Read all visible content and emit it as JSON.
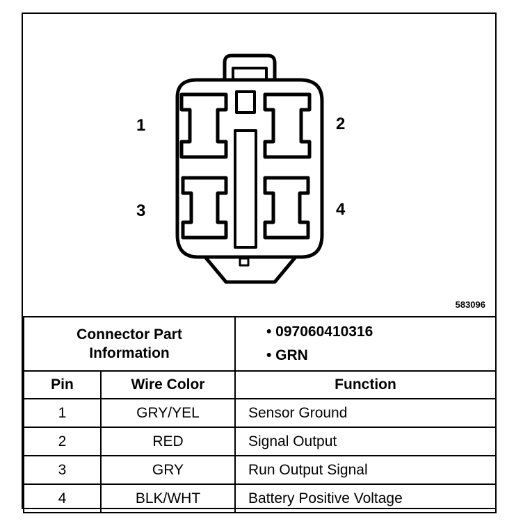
{
  "diagram": {
    "figure_number": "583096",
    "pins": [
      {
        "label": "1"
      },
      {
        "label": "2"
      },
      {
        "label": "3"
      },
      {
        "label": "4"
      }
    ]
  },
  "connector_info": {
    "label": "Connector Part Information",
    "label_line1": "Connector Part",
    "label_line2": "Information",
    "part_number": "• 097060410316",
    "color": "• GRN"
  },
  "table": {
    "headers": [
      "Pin",
      "Wire Color",
      "Function"
    ],
    "rows": [
      {
        "pin": "1",
        "wire_color": "GRY/YEL",
        "function": "Sensor Ground"
      },
      {
        "pin": "2",
        "wire_color": "RED",
        "function": "Signal Output"
      },
      {
        "pin": "3",
        "wire_color": "GRY",
        "function": "Run Output Signal"
      },
      {
        "pin": "4",
        "wire_color": "BLK/WHT",
        "function": "Battery Positive Voltage"
      }
    ]
  }
}
